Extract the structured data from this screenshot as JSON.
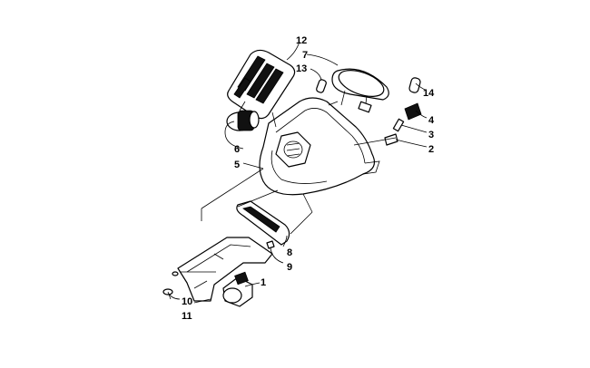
{
  "callouts": [
    {
      "id": "1",
      "text": "1"
    },
    {
      "id": "2",
      "text": "2"
    },
    {
      "id": "3",
      "text": "3"
    },
    {
      "id": "4",
      "text": "4"
    },
    {
      "id": "5",
      "text": "5"
    },
    {
      "id": "6",
      "text": "6"
    },
    {
      "id": "7",
      "text": "7"
    },
    {
      "id": "8",
      "text": "8"
    },
    {
      "id": "9",
      "text": "9"
    },
    {
      "id": "10",
      "text": "10"
    },
    {
      "id": "11",
      "text": "11"
    },
    {
      "id": "12",
      "text": "12"
    },
    {
      "id": "13",
      "text": "13"
    },
    {
      "id": "14",
      "text": "14"
    }
  ]
}
